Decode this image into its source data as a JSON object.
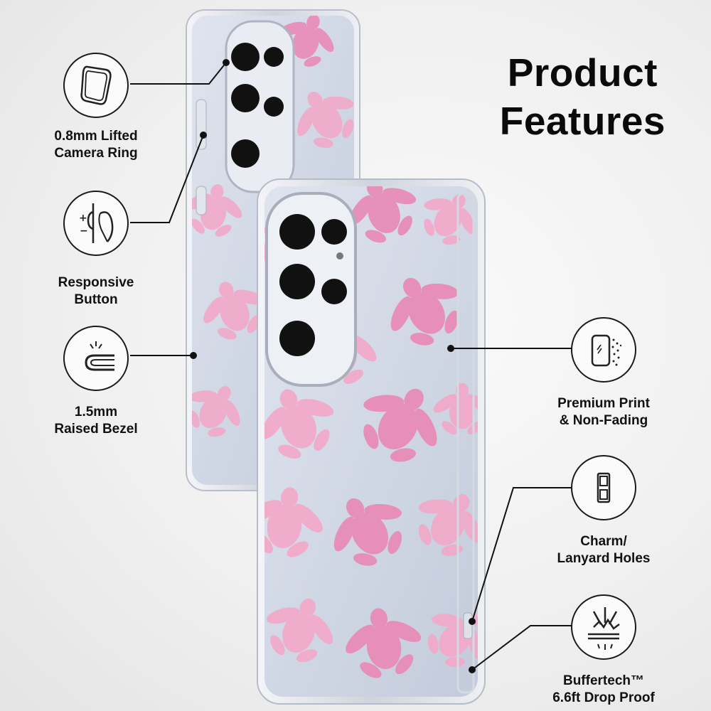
{
  "title": {
    "line1": "Product",
    "line2": "Features"
  },
  "features": [
    {
      "icon": "camera-ring-icon",
      "line1": "0.8mm Lifted",
      "line2": "Camera Ring"
    },
    {
      "icon": "responsive-button-icon",
      "line1": "Responsive",
      "line2": "Button"
    },
    {
      "icon": "raised-bezel-icon",
      "line1": "1.5mm",
      "line2": "Raised Bezel"
    },
    {
      "icon": "premium-print-icon",
      "line1": "Premium Print",
      "line2": "& Non-Fading"
    },
    {
      "icon": "lanyard-holes-icon",
      "line1": "Charm/",
      "line2": "Lanyard Holes"
    },
    {
      "icon": "drop-proof-icon",
      "line1": "Buffertech™",
      "line2": "6.6ft Drop Proof"
    }
  ],
  "colors": {
    "pattern": "#f2a9c9",
    "pattern_dark": "#e88ab6",
    "case_tint": "#c8d0e0",
    "text": "#111111"
  }
}
